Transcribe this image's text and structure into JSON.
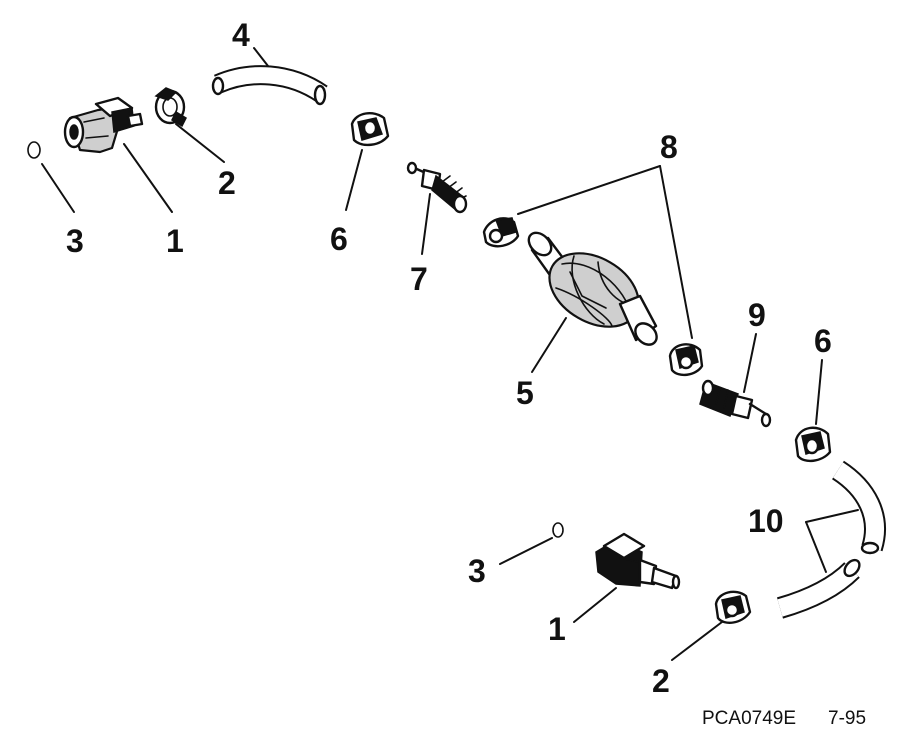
{
  "callouts": {
    "c1_top": "1",
    "c2_top": "2",
    "c3_top": "3",
    "c4": "4",
    "c5": "5",
    "c6_top": "6",
    "c7": "7",
    "c8": "8",
    "c9": "9",
    "c6_right": "6",
    "c10": "10",
    "c3_bottom": "3",
    "c1_bottom": "1",
    "c2_bottom": "2"
  },
  "footer": {
    "code": "PCA0749E",
    "date": "7-95"
  }
}
